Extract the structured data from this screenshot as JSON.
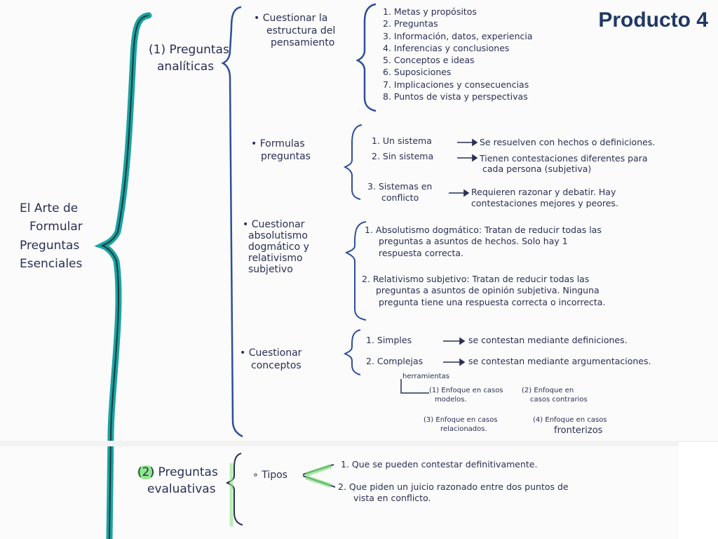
{
  "header": {
    "title": "Producto 4"
  },
  "root": {
    "lines": [
      "El Arte de",
      "Formular",
      "Preguntas",
      "Esenciales"
    ]
  },
  "level1": [
    {
      "num": "1",
      "lines": [
        "Preguntas",
        "analíticas"
      ]
    },
    {
      "num": "2",
      "lines": [
        "Preguntas",
        "evaluativas"
      ]
    }
  ],
  "level2": [
    {
      "lines": [
        "• Cuestionar la",
        "estructura del",
        "pensamiento"
      ]
    },
    {
      "lines": [
        "• Formulas",
        "preguntas"
      ]
    },
    {
      "lines": [
        "• Cuestionar",
        "absolutismo",
        "dogmático y",
        "relativismo",
        "subjetivo"
      ]
    },
    {
      "lines": [
        "• Cuestionar",
        "conceptos"
      ]
    },
    {
      "lines": [
        "∘ Tipos"
      ]
    }
  ],
  "estructura_items": [
    "1. Metas y propósitos",
    "2. Preguntas",
    "3. Información, datos, experiencia",
    "4. Inferencias y conclusiones",
    "5. Conceptos e ideas",
    "6. Suposiciones",
    "7. Implicaciones y consecuencias",
    "8. Puntos de vista y perspectivas"
  ],
  "formulas_items": [
    {
      "left": "1. Un sistema",
      "right": [
        "Se resuelven con hechos o definiciones."
      ]
    },
    {
      "left": "2. Sin sistema",
      "right": [
        "Tienen contestaciones diferentes para",
        "cada persona (subjetiva)"
      ]
    },
    {
      "left": "3. Sistemas en",
      "left2": "conflicto",
      "right": [
        "Requieren razonar y debatir. Hay",
        "contestaciones mejores y peores."
      ]
    }
  ],
  "absolutismo_items": [
    {
      "lines": [
        "1. Absolutismo dogmático: Tratan de reducir todas las",
        "preguntas a asuntos de hechos. Solo hay 1",
        "respuesta correcta."
      ]
    },
    {
      "lines": [
        "2. Relativismo subjetivo: Tratan de reducir todas las",
        "preguntas a asuntos de opinión subjetiva. Ninguna",
        "pregunta tiene una respuesta correcta o incorrecta."
      ]
    }
  ],
  "conceptos_items": [
    {
      "left": "1. Simples",
      "right": "se contestan mediante definiciones."
    },
    {
      "left": "2. Complejas",
      "right": "se contestan mediante argumentaciones."
    }
  ],
  "herramientas": {
    "label": "herramientas",
    "items": [
      {
        "num": "1",
        "lines": [
          "Enfoque en casos",
          "modelos."
        ]
      },
      {
        "num": "2",
        "lines": [
          "Enfoque en",
          "casos contrarios"
        ]
      },
      {
        "num": "3",
        "lines": [
          "Enfoque en casos",
          "relacionados."
        ]
      },
      {
        "num": "4",
        "lines": [
          "Enfoque en casos",
          "fronterizos"
        ]
      }
    ]
  },
  "tipos_items": [
    {
      "lines": [
        "1. Que se pueden contestar definitivamente."
      ]
    },
    {
      "lines": [
        "2. Que piden un juicio razonado entre dos puntos de",
        "vista en conflicto."
      ]
    }
  ],
  "colors": {
    "ink": "#2a2f55",
    "teal": "#1aa3a3",
    "accent_green": "#8ee88a",
    "title": "#1f3864"
  }
}
